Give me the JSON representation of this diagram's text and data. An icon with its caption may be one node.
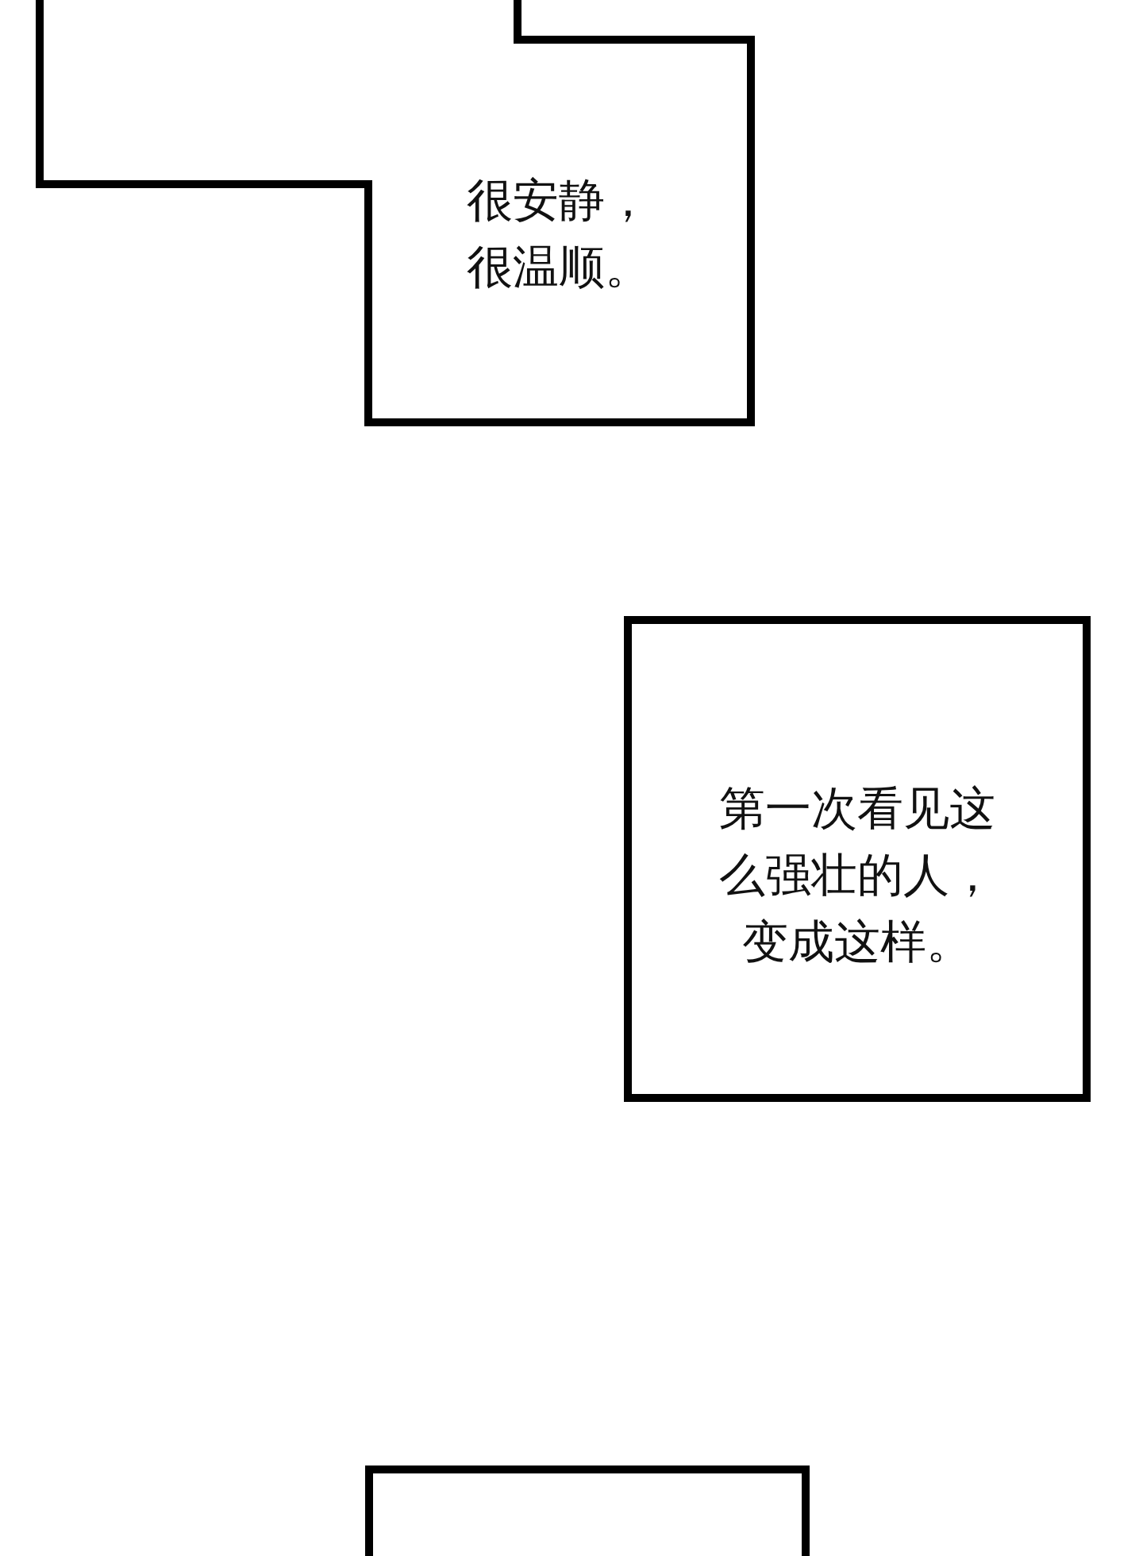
{
  "diagram": {
    "nodes": [
      {
        "text": [
          "很安静，很温顺。"
        ]
      },
      {
        "text": [
          "第一次看见这么强壮的人，变成这样。"
        ]
      },
      {
        "text": [],
        "shape": "box"
      }
    ]
  }
}
